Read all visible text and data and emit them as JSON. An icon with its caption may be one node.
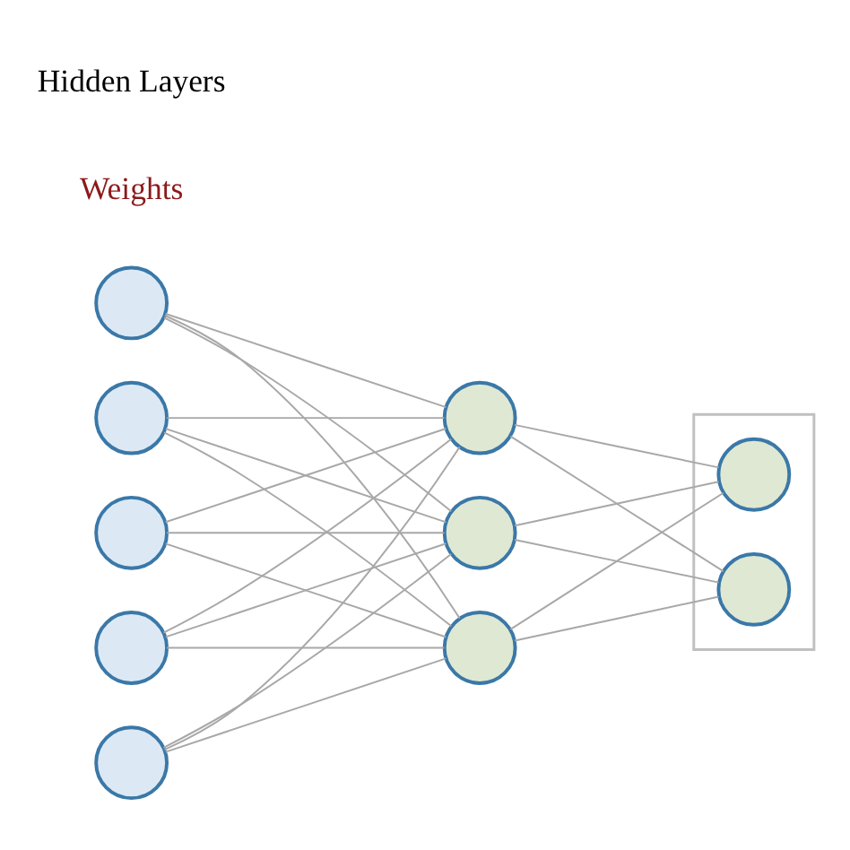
{
  "diagram": {
    "nodes": [
      {
        "text": [],
        "shape": "circle"
      },
      {
        "text": [],
        "shape": "circle"
      },
      {
        "text": [],
        "shape": "circle"
      },
      {
        "text": [],
        "shape": "circle"
      },
      {
        "text": [],
        "shape": "circle"
      },
      {
        "text": [],
        "shape": "circle"
      },
      {
        "text": [],
        "shape": "circle"
      },
      {
        "text": [],
        "shape": "circle"
      },
      {
        "text": [],
        "shape": "box"
      },
      {
        "text": [],
        "shape": "circle",
        "in": 8
      },
      {
        "text": [],
        "shape": "circle",
        "in": 8
      }
    ],
    "edges": [
      {
        "from": 0,
        "to": 5,
        "arrow": "none"
      },
      {
        "from": 0,
        "to": 6,
        "arrow": "none"
      },
      {
        "from": 0,
        "to": 7,
        "arrow": "none"
      },
      {
        "from": 1,
        "to": 5,
        "arrow": "none"
      },
      {
        "from": 1,
        "to": 6,
        "arrow": "none"
      },
      {
        "from": 1,
        "to": 7,
        "arrow": "none"
      },
      {
        "from": 2,
        "to": 5,
        "arrow": "none"
      },
      {
        "from": 2,
        "to": 6,
        "arrow": "none"
      },
      {
        "from": 2,
        "to": 7,
        "arrow": "none"
      },
      {
        "from": 3,
        "to": 5,
        "arrow": "none"
      },
      {
        "from": 3,
        "to": 6,
        "arrow": "none"
      },
      {
        "from": 3,
        "to": 7,
        "arrow": "none"
      },
      {
        "from": 4,
        "to": 5,
        "arrow": "none"
      },
      {
        "from": 4,
        "to": 6,
        "arrow": "none"
      },
      {
        "from": 4,
        "to": 7,
        "arrow": "none"
      },
      {
        "from": 5,
        "to": 9,
        "arrow": "none"
      },
      {
        "from": 5,
        "to": 10,
        "arrow": "none"
      },
      {
        "from": 6,
        "to": 9,
        "arrow": "none"
      },
      {
        "from": 6,
        "to": 10,
        "arrow": "none"
      },
      {
        "from": 7,
        "to": 9,
        "arrow": "none"
      },
      {
        "from": 7,
        "to": 10,
        "arrow": "none"
      }
    ],
    "labels": [
      "Weights",
      "Hidden Layers"
    ]
  }
}
